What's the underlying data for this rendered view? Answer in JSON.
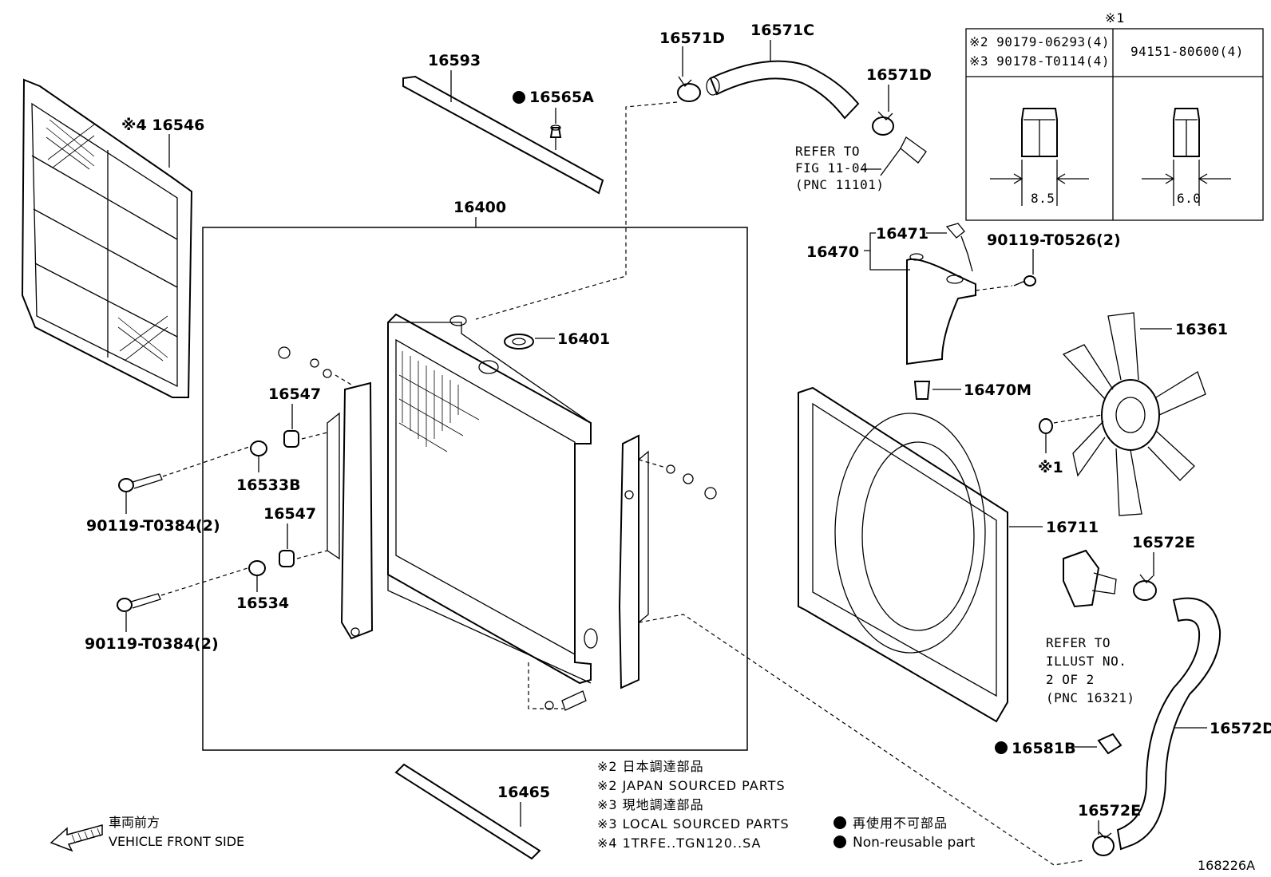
{
  "labels": {
    "p16546": "※4 16546",
    "p16593": "16593",
    "p16565A": "16565A",
    "p16571D_a": "16571D",
    "p16571C": "16571C",
    "p16571D_b": "16571D",
    "p16400": "16400",
    "p16401": "16401",
    "p16547_a": "16547",
    "p16533B": "16533B",
    "p16547_b": "16547",
    "p16534": "16534",
    "p90119_a": "90119-T0384(2)",
    "p90119_b": "90119-T0384(2)",
    "p16465": "16465",
    "p16470": "16470",
    "p16471": "16471",
    "p90119_t0526": "90119-T0526(2)",
    "p16470M": "16470M",
    "p16361": "16361",
    "p16711": "16711",
    "p16572E_a": "16572E",
    "p16572D": "16572D",
    "p16581B": "16581B",
    "p16572E_b": "16572E",
    "mark1_fan": "※1"
  },
  "refer_fig": [
    "REFER TO",
    "FIG 11-04",
    "(PNC 11101)"
  ],
  "refer_illust": [
    "REFER TO",
    "ILLUST NO.",
    "2 OF 2",
    "(PNC 16321)"
  ],
  "table": {
    "mark": "※1",
    "left_line1": "※2 90179-06293(4)",
    "left_line2": "※3 90178-T0114(4)",
    "right": "94151-80600(4)",
    "dim_left": "8.5",
    "dim_right": "6.0"
  },
  "notes": [
    "※2 日本調達部品",
    "※2 JAPAN SOURCED PARTS",
    "※3 現地調達部品",
    "※3 LOCAL SOURCED PARTS",
    "※4 1TRFE..TGN120..SA"
  ],
  "legend": {
    "jp": "再使用不可部品",
    "en": "Non-reusable part"
  },
  "front": {
    "jp": "車両前方",
    "en": "VEHICLE FRONT SIDE"
  },
  "figure_id": "168226A"
}
